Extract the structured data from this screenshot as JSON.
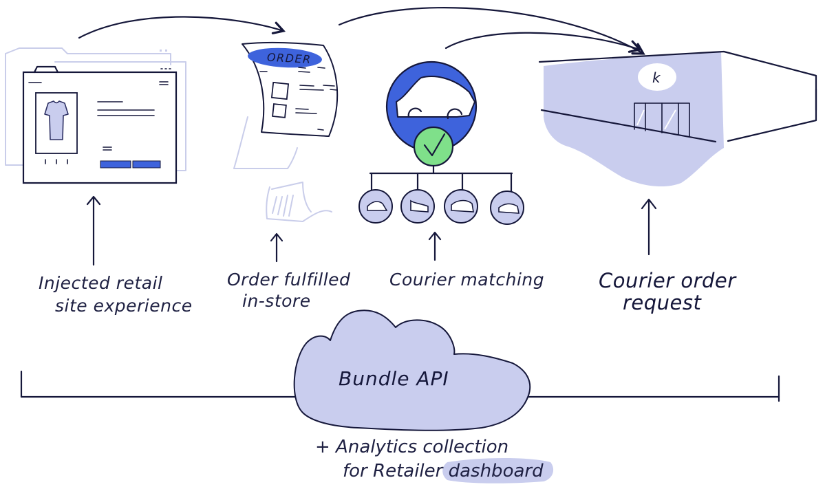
{
  "stages": [
    {
      "id": "retail",
      "label_lines": [
        "Injected retail",
        "site experience"
      ]
    },
    {
      "id": "fulfilled",
      "label_lines": [
        "Order fulfilled",
        "in-store"
      ],
      "document_heading": "ORDER"
    },
    {
      "id": "matching",
      "label_lines": [
        "Courier matching"
      ]
    },
    {
      "id": "request",
      "label_lines": [
        "Courier order",
        "request"
      ],
      "sign_text": "k"
    }
  ],
  "hub": {
    "label": "Bundle API"
  },
  "footer": {
    "lines": [
      "+ Analytics collection",
      "for Retailer dashboard"
    ]
  },
  "icons": [
    "browser-window-icon",
    "tshirt-icon",
    "order-document-icon",
    "car-icon",
    "checkmark-icon",
    "courier-icon",
    "store-building-icon",
    "cloud-icon"
  ],
  "colors": {
    "ink": "#15173a",
    "accent_blue": "#3e63dc",
    "lavender": "#c9cdee",
    "faint": "#d8dbf0",
    "green": "#7fe08a"
  }
}
